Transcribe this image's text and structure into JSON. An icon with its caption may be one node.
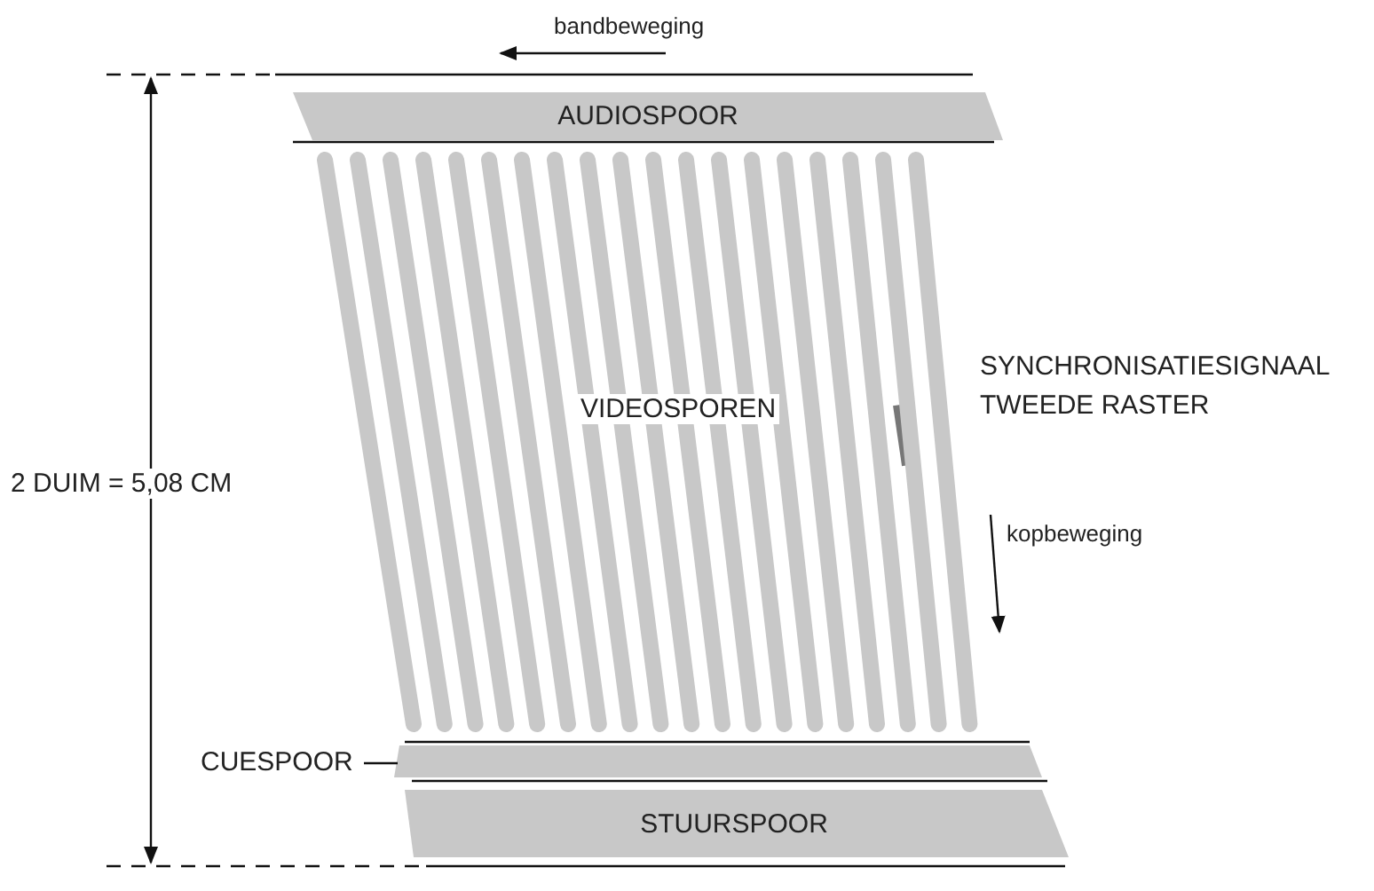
{
  "diagram": {
    "nodes": [
      {
        "text": [
          "AUDIOSPOOR"
        ]
      },
      {
        "text": [
          "VIDEOSPOREN"
        ]
      },
      {
        "text": [
          "CUESPOOR"
        ]
      },
      {
        "text": [],
        "shape": "bar"
      },
      {
        "text": [
          "STUURSPOOR"
        ]
      }
    ],
    "edges": [
      {
        "from": 2,
        "to": 3,
        "arrow": "none"
      }
    ],
    "labels": [
      "bandbeweging",
      "SYNCHRONISATIESIGNAAL TWEEDE RASTER",
      "kopbeweging",
      "2 DUIM = 5,08 CM"
    ]
  }
}
